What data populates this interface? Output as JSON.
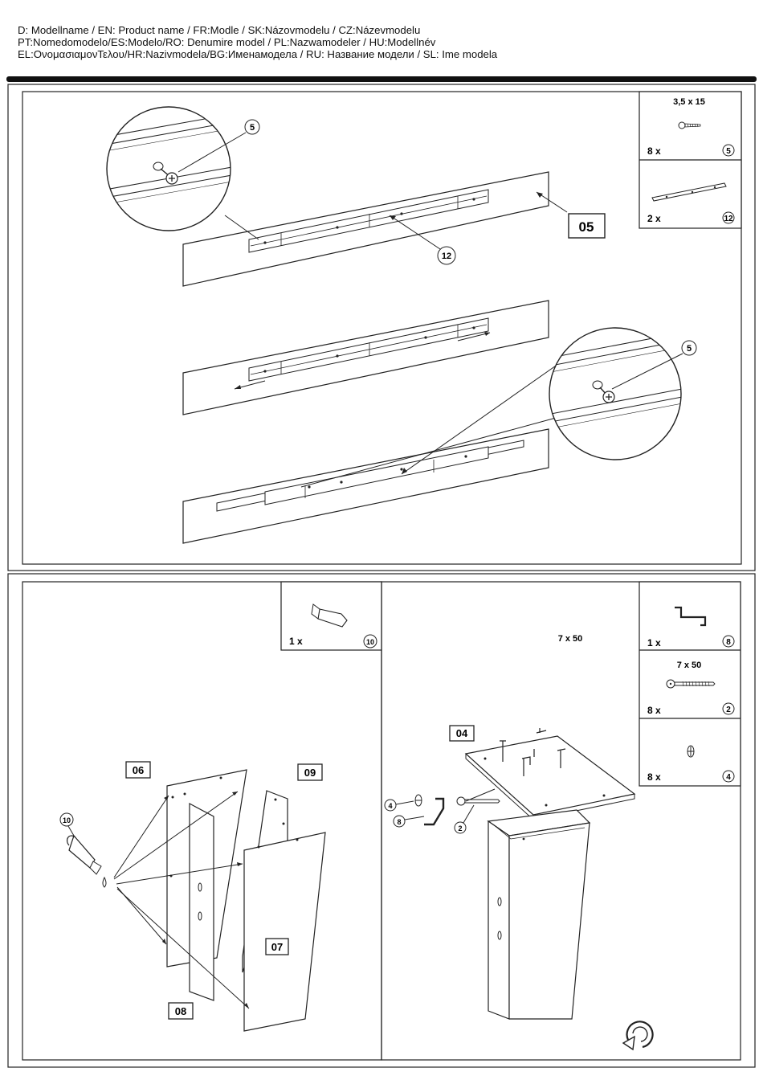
{
  "header": {
    "line1": "D:  Modellname  /  EN: Product name   /  FR:Modle      /  SK:Názovmodelu    / CZ:Názevmodelu",
    "line2": "PT:Nomedomodelo/ES:Modelo/RO:          Denumire  model / PL:Nazwamodeler   /  HU:Modellnév",
    "line3": "EL:ΟνομασιαμονΤελου/HR:Nazivmodela/BG:Именамодела         / RU:  Название модели / SL:  Ime modela"
  },
  "step1": {
    "panel_label": "05",
    "callout_screw": "5",
    "callout_rail": "12",
    "parts": [
      {
        "size": "3,5 x 15",
        "qty": "8 x",
        "id": "5"
      },
      {
        "size": "",
        "qty": "2 x",
        "id": "12"
      }
    ]
  },
  "step2": {
    "labels": {
      "a": "06",
      "b": "08",
      "c": "09",
      "d": "07"
    },
    "glue_callout": "10",
    "parts": [
      {
        "qty": "1 x",
        "id": "10"
      }
    ]
  },
  "step3": {
    "size_label": "7 x 50",
    "panel_label": "04",
    "callouts": {
      "cam": "4",
      "key": "8",
      "bolt": "2"
    },
    "parts": [
      {
        "size": "",
        "qty": "1 x",
        "id": "8"
      },
      {
        "size": "7 x 50",
        "qty": "8 x",
        "id": "2"
      },
      {
        "size": "",
        "qty": "8 x",
        "id": "4"
      }
    ]
  }
}
